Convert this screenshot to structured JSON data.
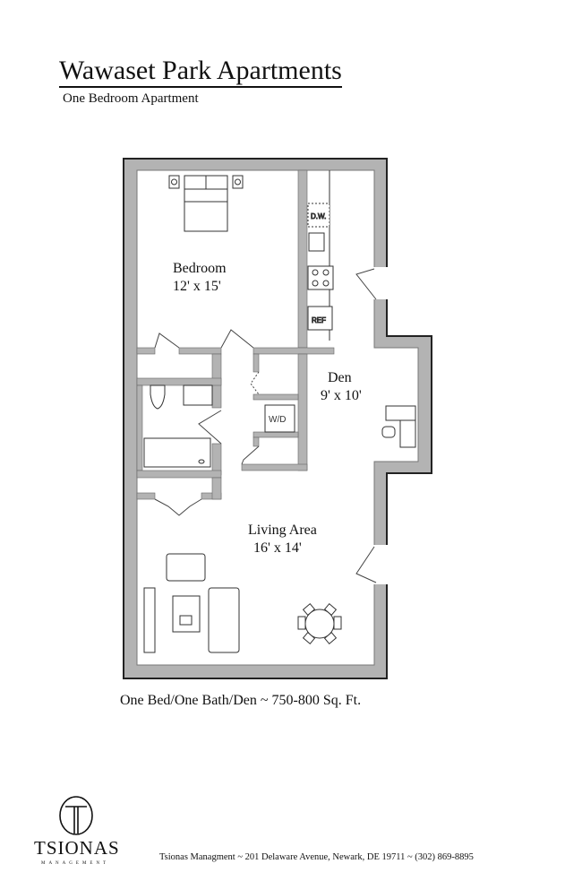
{
  "header": {
    "title": "Wawaset Park Apartments",
    "subtitle": "One Bedroom Apartment"
  },
  "rooms": [
    {
      "name": "Bedroom",
      "size": "12' x 15'"
    },
    {
      "name": "Den",
      "size": "9' x 10'"
    },
    {
      "name": "Living Area",
      "size": "16' x 14'"
    }
  ],
  "fixtures": {
    "dishwasher": "D.W.",
    "refrigerator": "REF",
    "washer_dryer": "W/D"
  },
  "summary": "One Bed/One Bath/Den ~ 750-800 Sq. Ft.",
  "footer": {
    "contact": "Tsionas Managment ~ 201 Delaware Avenue, Newark, DE  19711 ~ (302) 869-8895",
    "logo_text": "TSIONAS",
    "logo_sub": "MANAGEMENT"
  },
  "colors": {
    "wall": "#b3b3b3",
    "outline": "#222222"
  }
}
